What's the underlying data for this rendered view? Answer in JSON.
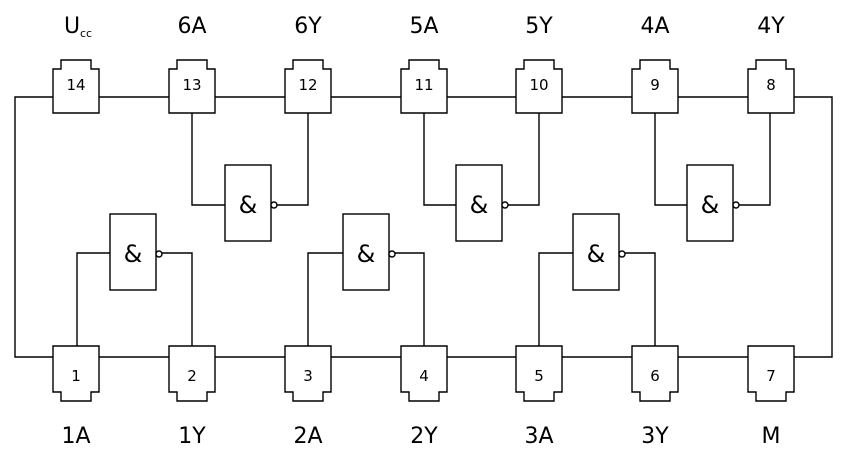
{
  "pins_top": [
    {
      "num": "14",
      "name": "U",
      "sub": "CC"
    },
    {
      "num": "13",
      "name": "6A"
    },
    {
      "num": "12",
      "name": "6Y"
    },
    {
      "num": "11",
      "name": "5A"
    },
    {
      "num": "10",
      "name": "5Y"
    },
    {
      "num": "9",
      "name": "4A"
    },
    {
      "num": "8",
      "name": "4Y"
    }
  ],
  "pins_bottom": [
    {
      "num": "1",
      "name": "1A"
    },
    {
      "num": "2",
      "name": "1Y"
    },
    {
      "num": "3",
      "name": "2A"
    },
    {
      "num": "4",
      "name": "2Y"
    },
    {
      "num": "5",
      "name": "3A"
    },
    {
      "num": "6",
      "name": "3Y"
    },
    {
      "num": "7",
      "name": "M"
    }
  ],
  "gate_symbol": "&"
}
